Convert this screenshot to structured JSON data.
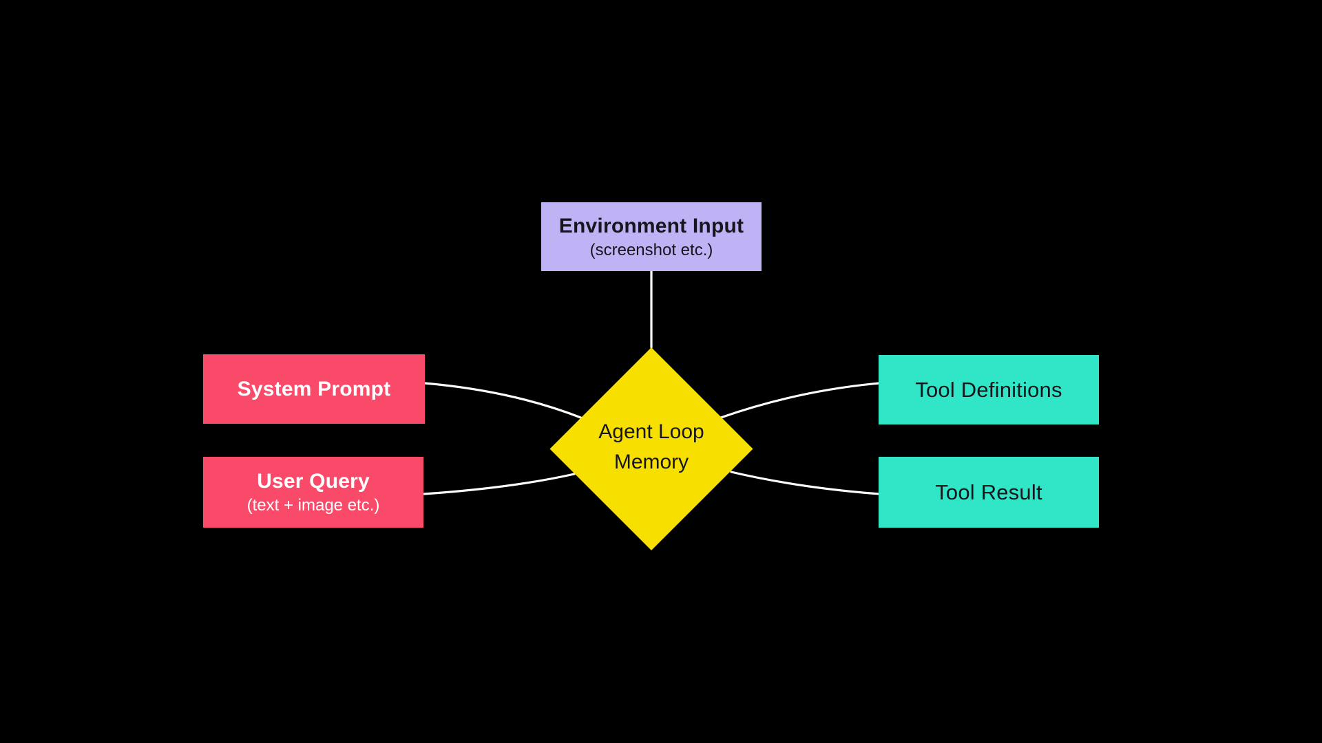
{
  "colors": {
    "background": "#000000",
    "connector": "#ffffff",
    "environment_fill": "#bfb3f6",
    "prompt_fill": "#fa4a69",
    "tool_fill": "#30e6c7",
    "loop_fill": "#f7e000",
    "dark_text": "#16161c",
    "light_text": "#ffffff"
  },
  "nodes": {
    "environment_input": {
      "title": "Environment Input",
      "subtitle": "(screenshot etc.)"
    },
    "system_prompt": {
      "title": "System Prompt"
    },
    "user_query": {
      "title": "User Query",
      "subtitle": "(text + image etc.)"
    },
    "agent_loop_memory": {
      "line1": "Agent Loop",
      "line2": "Memory"
    },
    "tool_definitions": {
      "title": "Tool Definitions"
    },
    "tool_result": {
      "title": "Tool Result"
    }
  }
}
